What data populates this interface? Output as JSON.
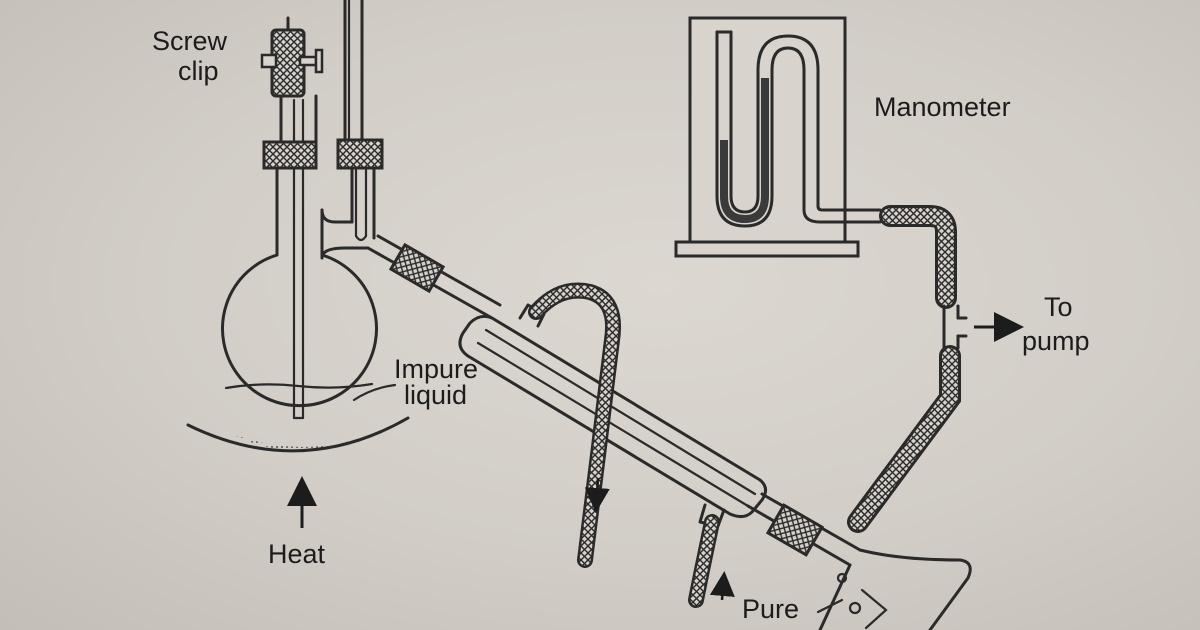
{
  "labels": {
    "screw_clip": "Screw clip",
    "manometer": "Manometer",
    "impure": "Impure",
    "liquid": "liquid",
    "heat": "Heat",
    "to": "To",
    "pump": "pump",
    "pure": "Pure"
  },
  "colors": {
    "background": "#d2cdc7",
    "ink": "#2a2a2a",
    "mercury": "#3a3a3a"
  }
}
